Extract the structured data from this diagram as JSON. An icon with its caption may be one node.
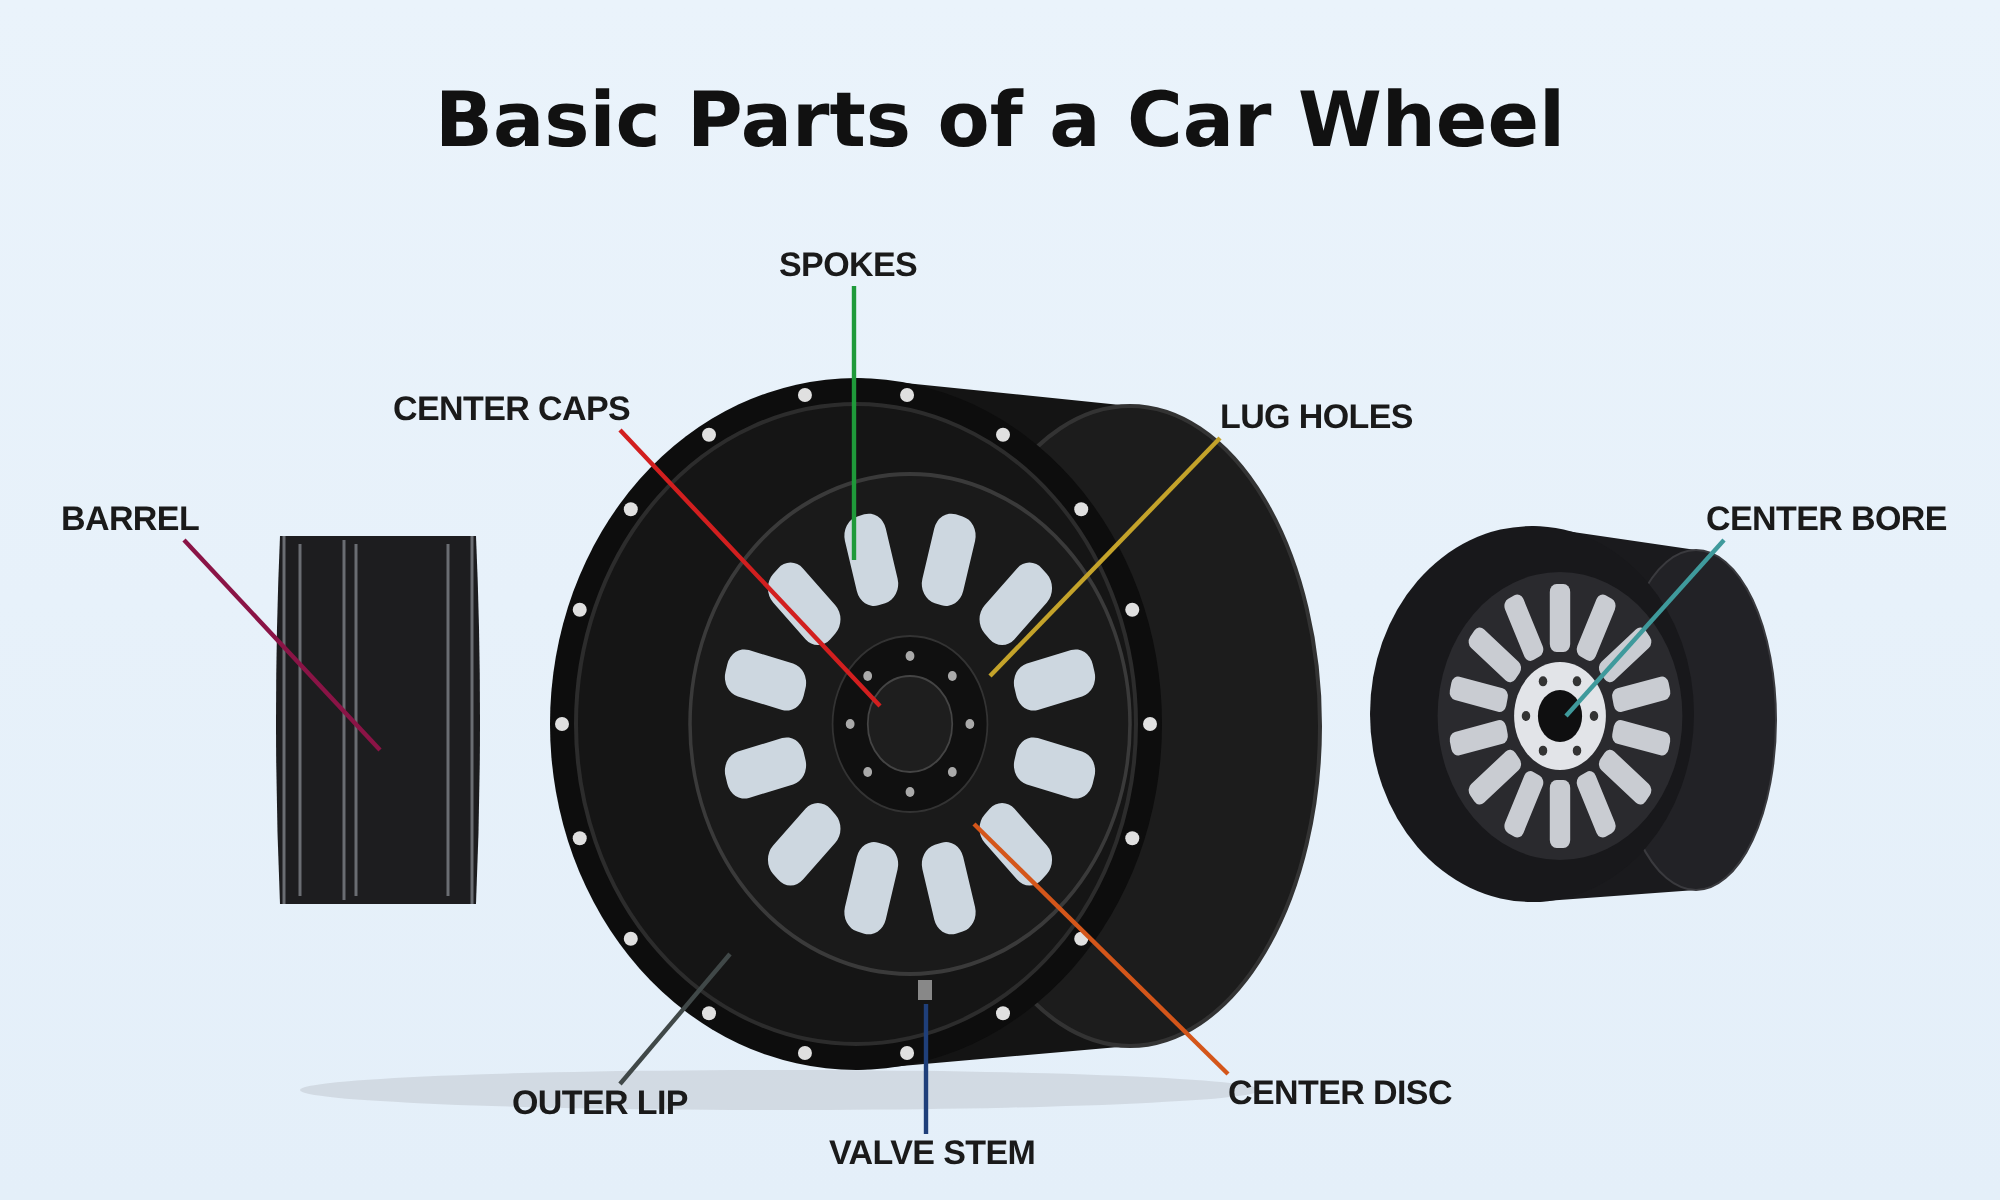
{
  "diagram": {
    "title": "Basic Parts of a Car Wheel",
    "nodes": [
      {
        "text": [
          "SPOKES"
        ]
      },
      {
        "text": [
          "CENTER CAPS"
        ]
      },
      {
        "text": [
          "LUG HOLES"
        ]
      },
      {
        "text": [
          "BARREL"
        ]
      },
      {
        "text": [
          "CENTER BORE"
        ]
      },
      {
        "text": [
          "OUTER LIP"
        ]
      },
      {
        "text": [
          "VALVE STEM"
        ]
      },
      {
        "text": [
          "CENTER DISC"
        ]
      }
    ],
    "edges": [
      {
        "from": 0,
        "to": null,
        "arrow": "none",
        "color": "#1f9a3a"
      },
      {
        "from": 1,
        "to": null,
        "arrow": "none",
        "color": "#d21f1f"
      },
      {
        "from": 2,
        "to": null,
        "arrow": "none",
        "color": "#c4a32a"
      },
      {
        "from": 3,
        "to": null,
        "arrow": "none",
        "color": "#8a1446"
      },
      {
        "from": 4,
        "to": null,
        "arrow": "none",
        "color": "#3f9a9c"
      },
      {
        "from": 5,
        "to": null,
        "arrow": "none",
        "color": "#404848"
      },
      {
        "from": 6,
        "to": null,
        "arrow": "none",
        "color": "#1f3f7a"
      },
      {
        "from": 7,
        "to": null,
        "arrow": "none",
        "color": "#d4561a"
      }
    ]
  }
}
